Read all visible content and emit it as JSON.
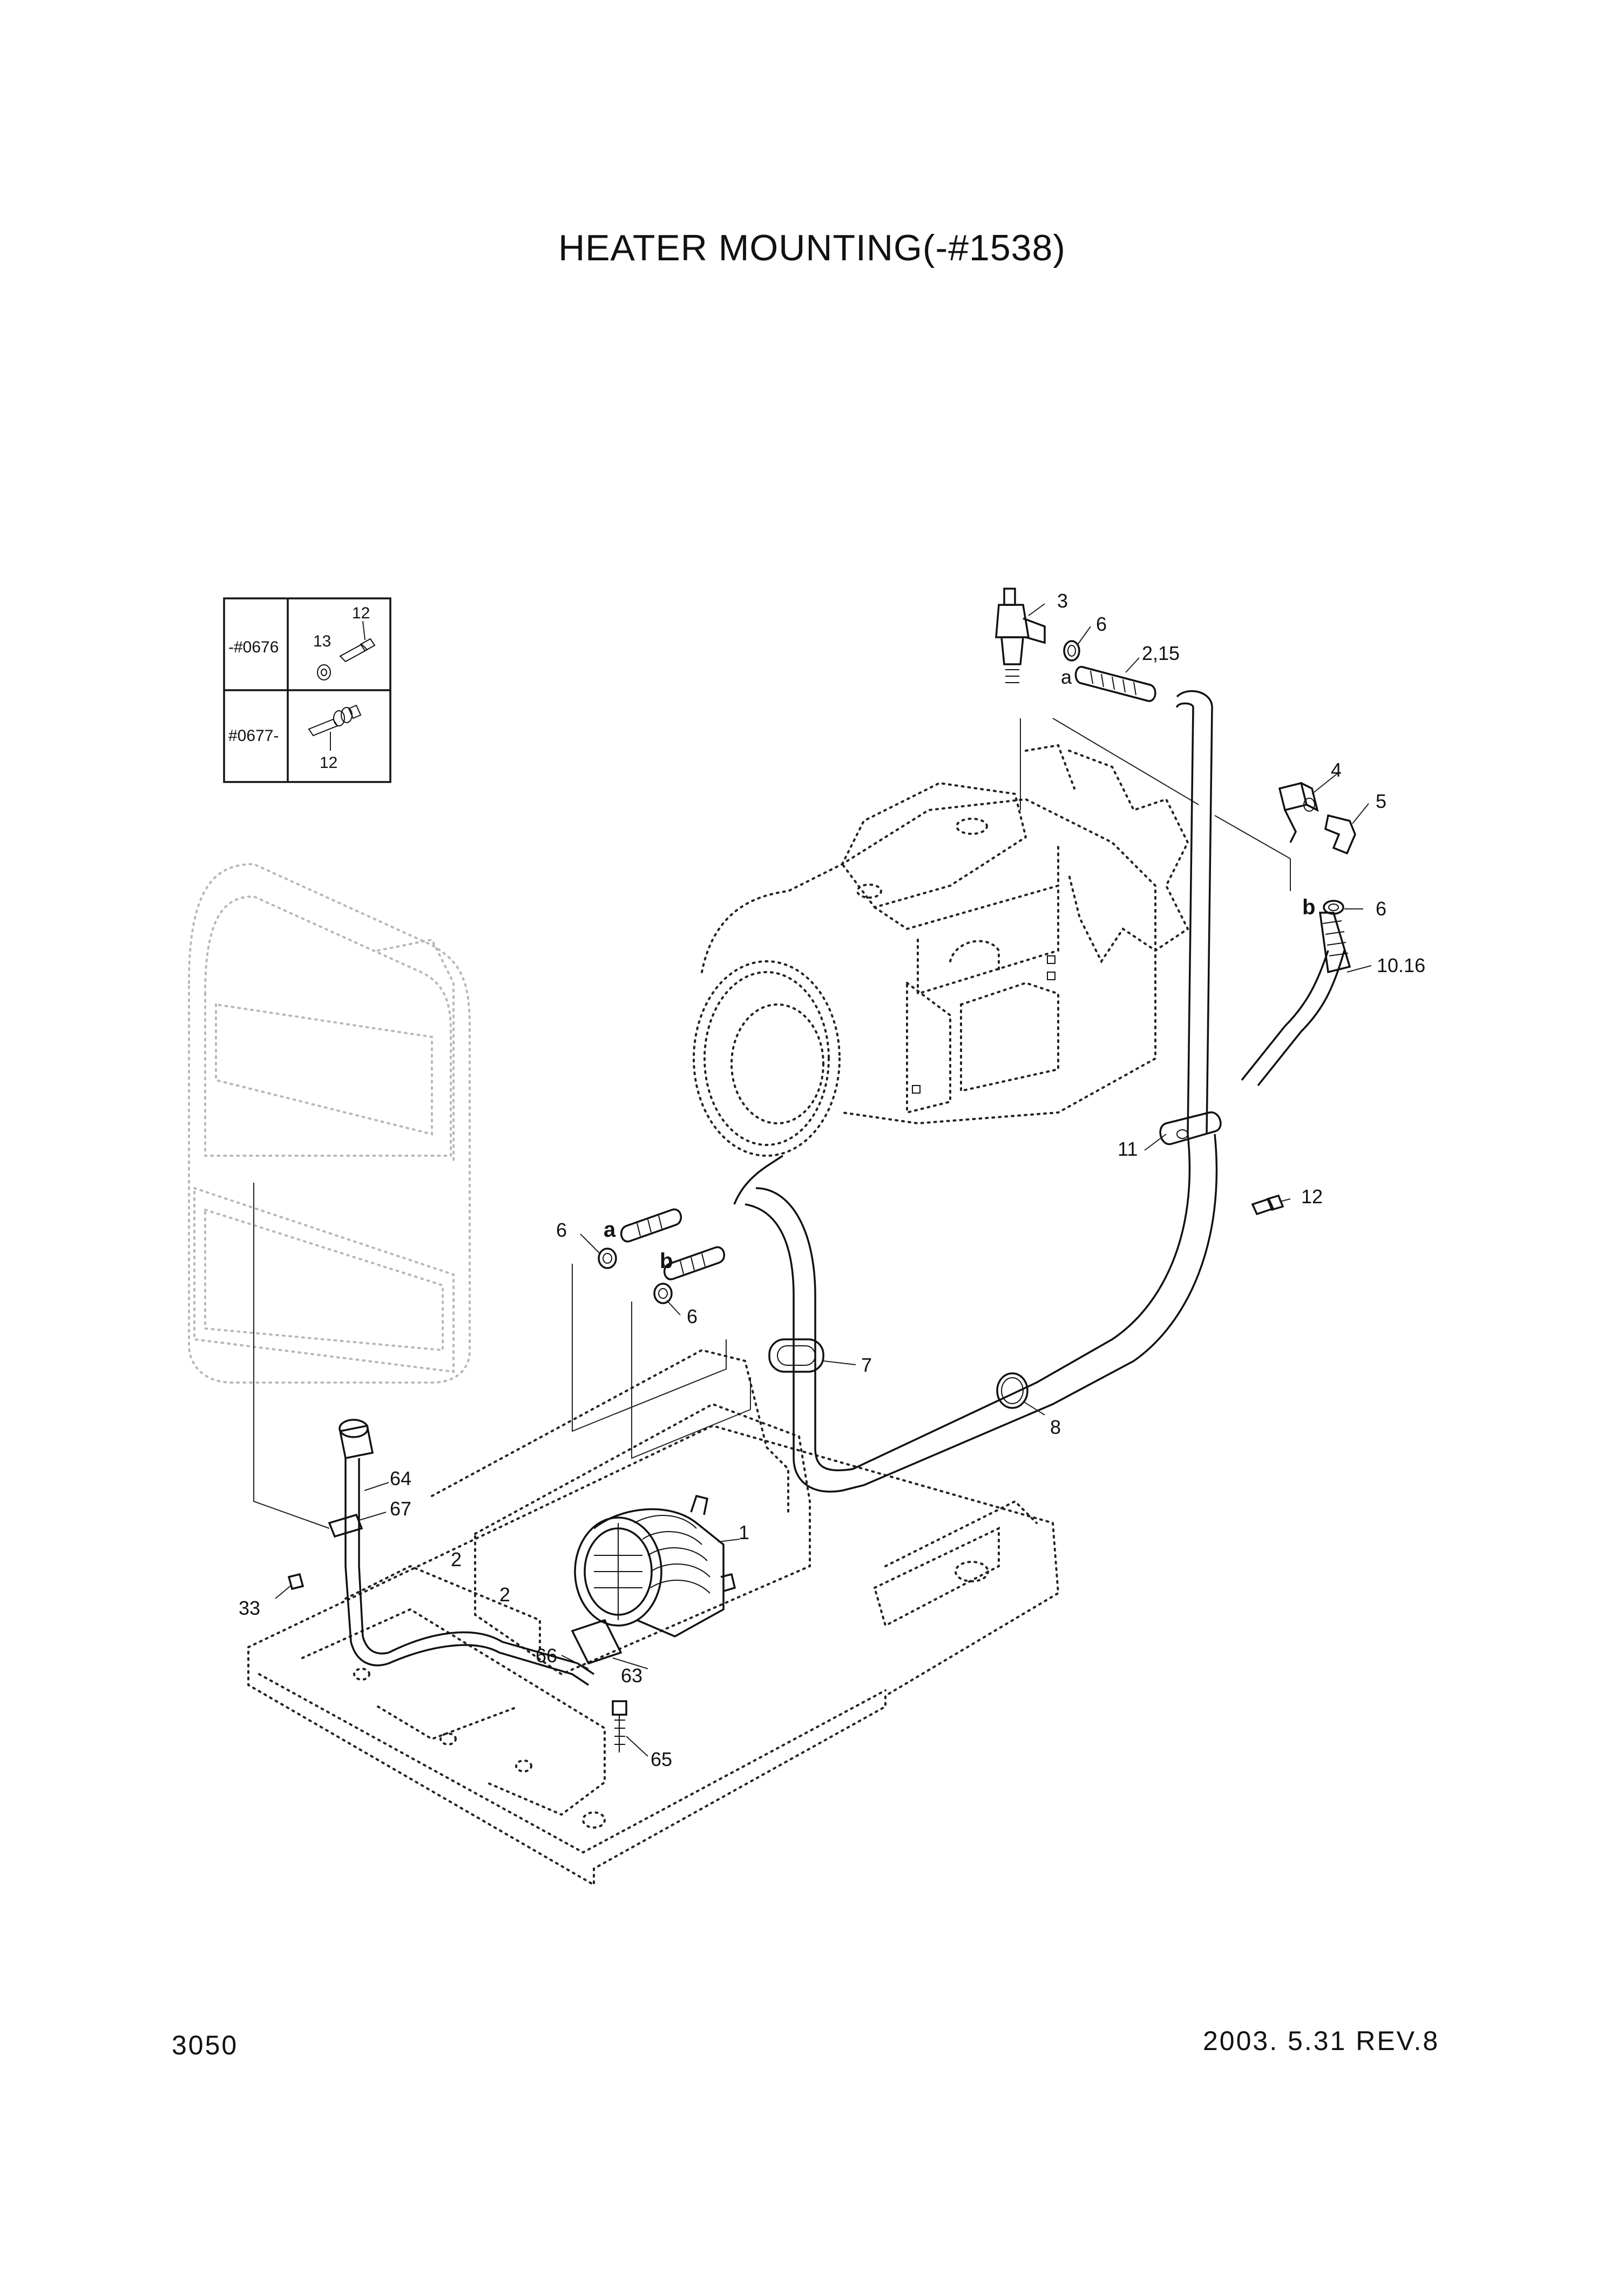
{
  "title": "HEATER MOUNTING(-#1538)",
  "page_number": "3050",
  "revision_date": "2003. 5.31  REV.8",
  "inset_table": {
    "rows": [
      {
        "serial": "-#0676",
        "parts": [
          "12",
          "13"
        ]
      },
      {
        "serial": "#0677-",
        "parts": [
          "12"
        ]
      }
    ]
  },
  "callouts": {
    "p1": "1",
    "p2_15": "2,15",
    "p3": "3",
    "p4": "4",
    "p5": "5",
    "p6_top": "6",
    "p6_right": "6",
    "p6_a": "6",
    "p6_b": "6",
    "p7": "7",
    "p8": "8",
    "p10_16": "10.16",
    "p11": "11",
    "p12": "12",
    "p33": "33",
    "p63": "63",
    "p64": "64",
    "p65": "65",
    "p66": "66",
    "p67": "67"
  },
  "connection_marks": {
    "a_top": "a",
    "a_bottom": "a",
    "b_top": "b",
    "b_bottom": "b"
  }
}
